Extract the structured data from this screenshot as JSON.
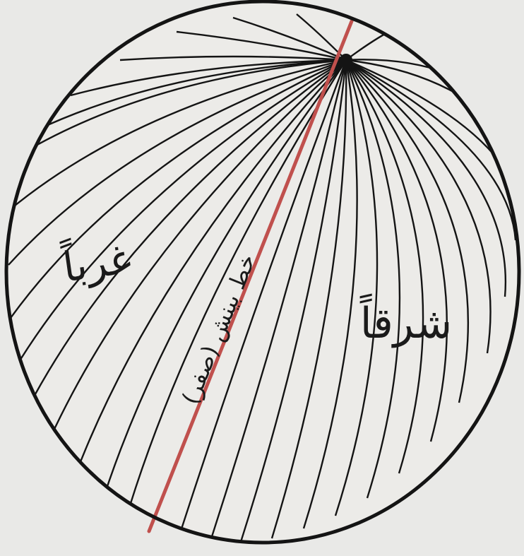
{
  "labels": {
    "west": "غرباً",
    "east": "شرقاً",
    "meridian": "خط بينش (صفر)"
  },
  "colors": {
    "paper": "#e9e9e7",
    "ink": "#141414",
    "prime_meridian": "#c0504d"
  }
}
